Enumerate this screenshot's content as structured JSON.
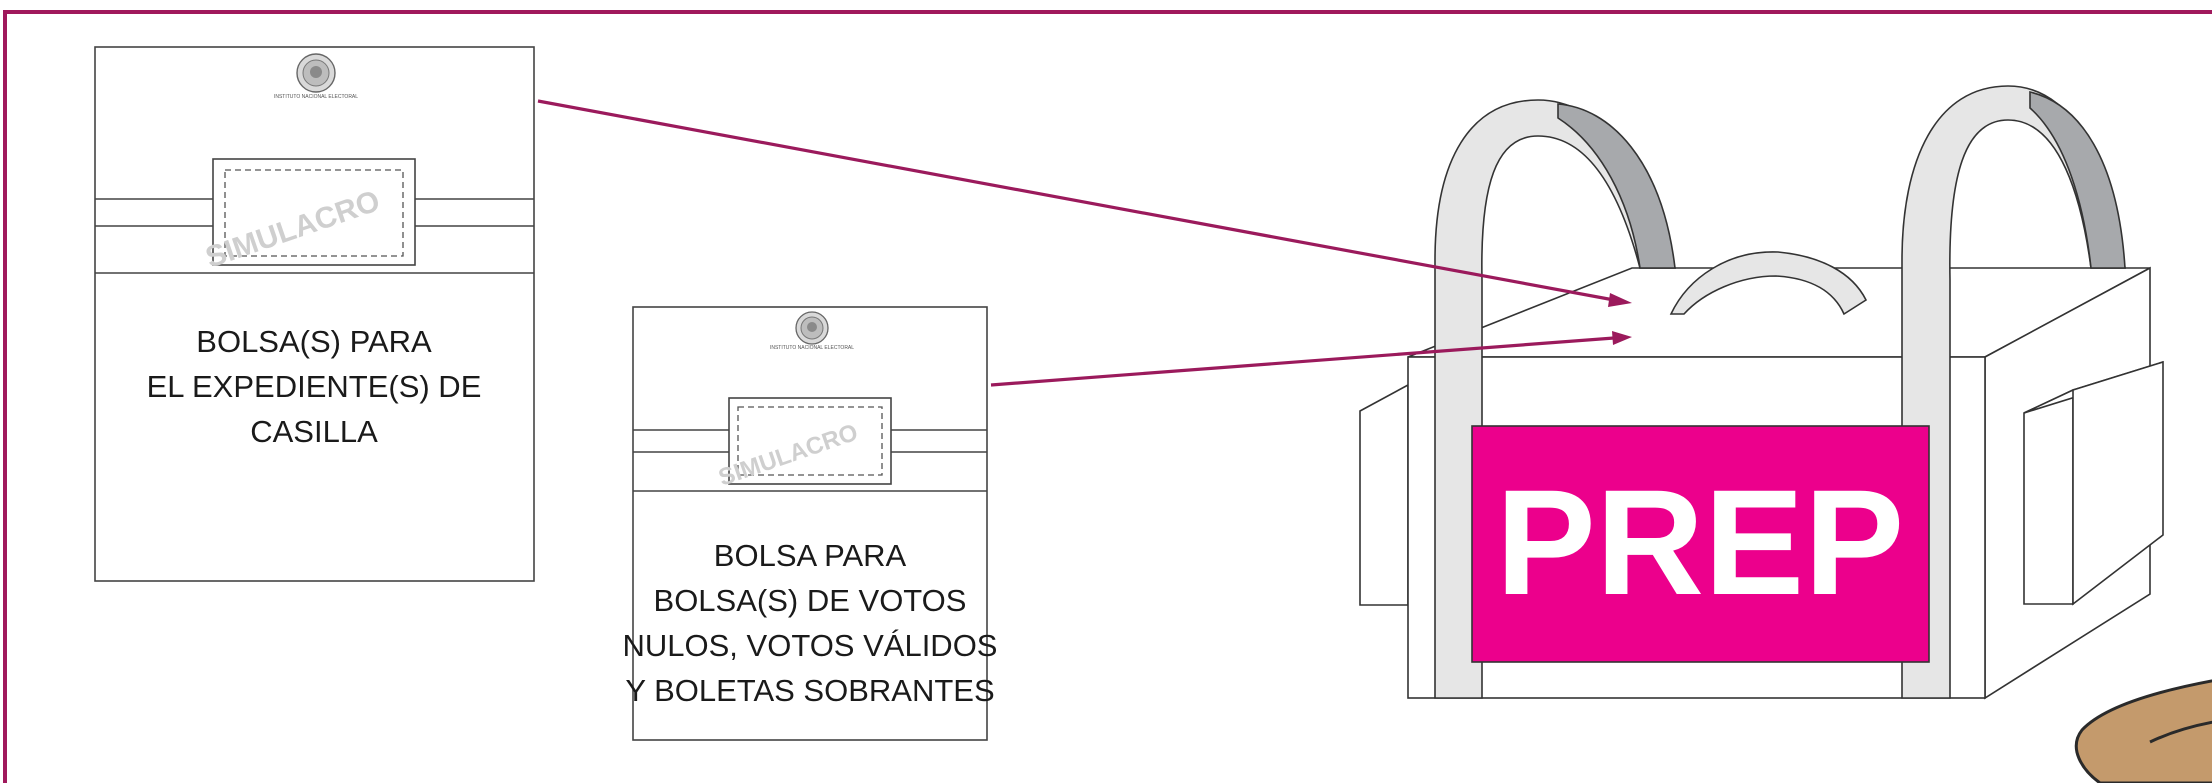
{
  "envelope_1": {
    "watermark": "SIMULACRO",
    "emblem_caption": "INSTITUTO NACIONAL ELECTORAL",
    "lines": [
      "BOLSA(S) PARA",
      "EL EXPEDIENTE(S) DE",
      "CASILLA"
    ]
  },
  "envelope_2": {
    "watermark": "SIMULACRO",
    "emblem_caption": "INSTITUTO NACIONAL ELECTORAL",
    "lines": [
      "BOLSA PARA",
      "BOLSA(S) DE VOTOS",
      "NULOS, VOTOS VÁLIDOS",
      "Y BOLETAS SOBRANTES"
    ]
  },
  "package": {
    "label": "PREP"
  },
  "colors": {
    "frame": "#a0195c",
    "arrow": "#9b1a5c",
    "prep_magenta": "#ec008c",
    "strap_light": "#e6e6e6",
    "strap_dark": "#a7a9ac",
    "hand": "#c49a6c"
  }
}
